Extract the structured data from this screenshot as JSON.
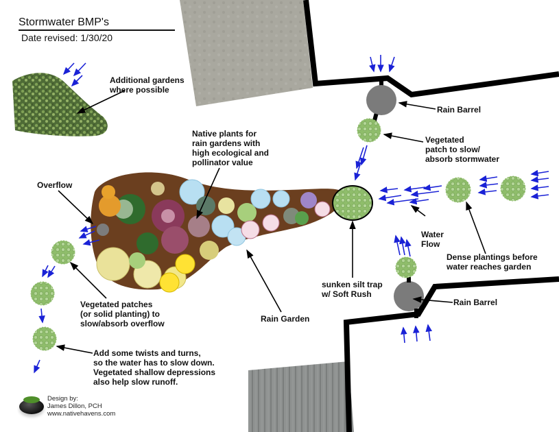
{
  "header": {
    "title": "Stormwater BMP's",
    "date_revised": "Date revised: 1/30/20"
  },
  "labels": {
    "additional_gardens": "Additional gardens\nwhere possible",
    "native_plants": "Native plants for\nrain gardens with\nhigh ecological and\npollinator value",
    "overflow": "Overflow",
    "rain_barrel_top": "Rain Barrel",
    "vegetated_patch": "Vegetated\npatch to slow/\nabsorb stormwater",
    "water_flow": "Water\nFlow",
    "dense_plantings": "Dense plantings before\nwater reaches garden",
    "silt_trap": "sunken silt trap\nw/ Soft Rush",
    "rain_barrel_bottom": "Rain Barrel",
    "rain_garden": "Rain Garden",
    "vegetated_patches": "Vegetated patches\n(or solid planting) to\nslow/absorb overflow",
    "twists_turns": "Add some twists and turns,\nso the water has to slow down.\nVegetated shallow depressions\nalso help slow runoff."
  },
  "credit": {
    "text": "Design by:\nJames Dillon, PCH\nwww.nativehavens.com"
  },
  "colors": {
    "arrow_blue": "#1a22d6",
    "barrel_gray": "#7a7a7a",
    "wall_black": "#000000",
    "paving_gray": "#a8a7a0",
    "deck_gray": "#8e9190",
    "plant_green": "#8fbf6a",
    "garden_brown": "#6b3f1f"
  }
}
